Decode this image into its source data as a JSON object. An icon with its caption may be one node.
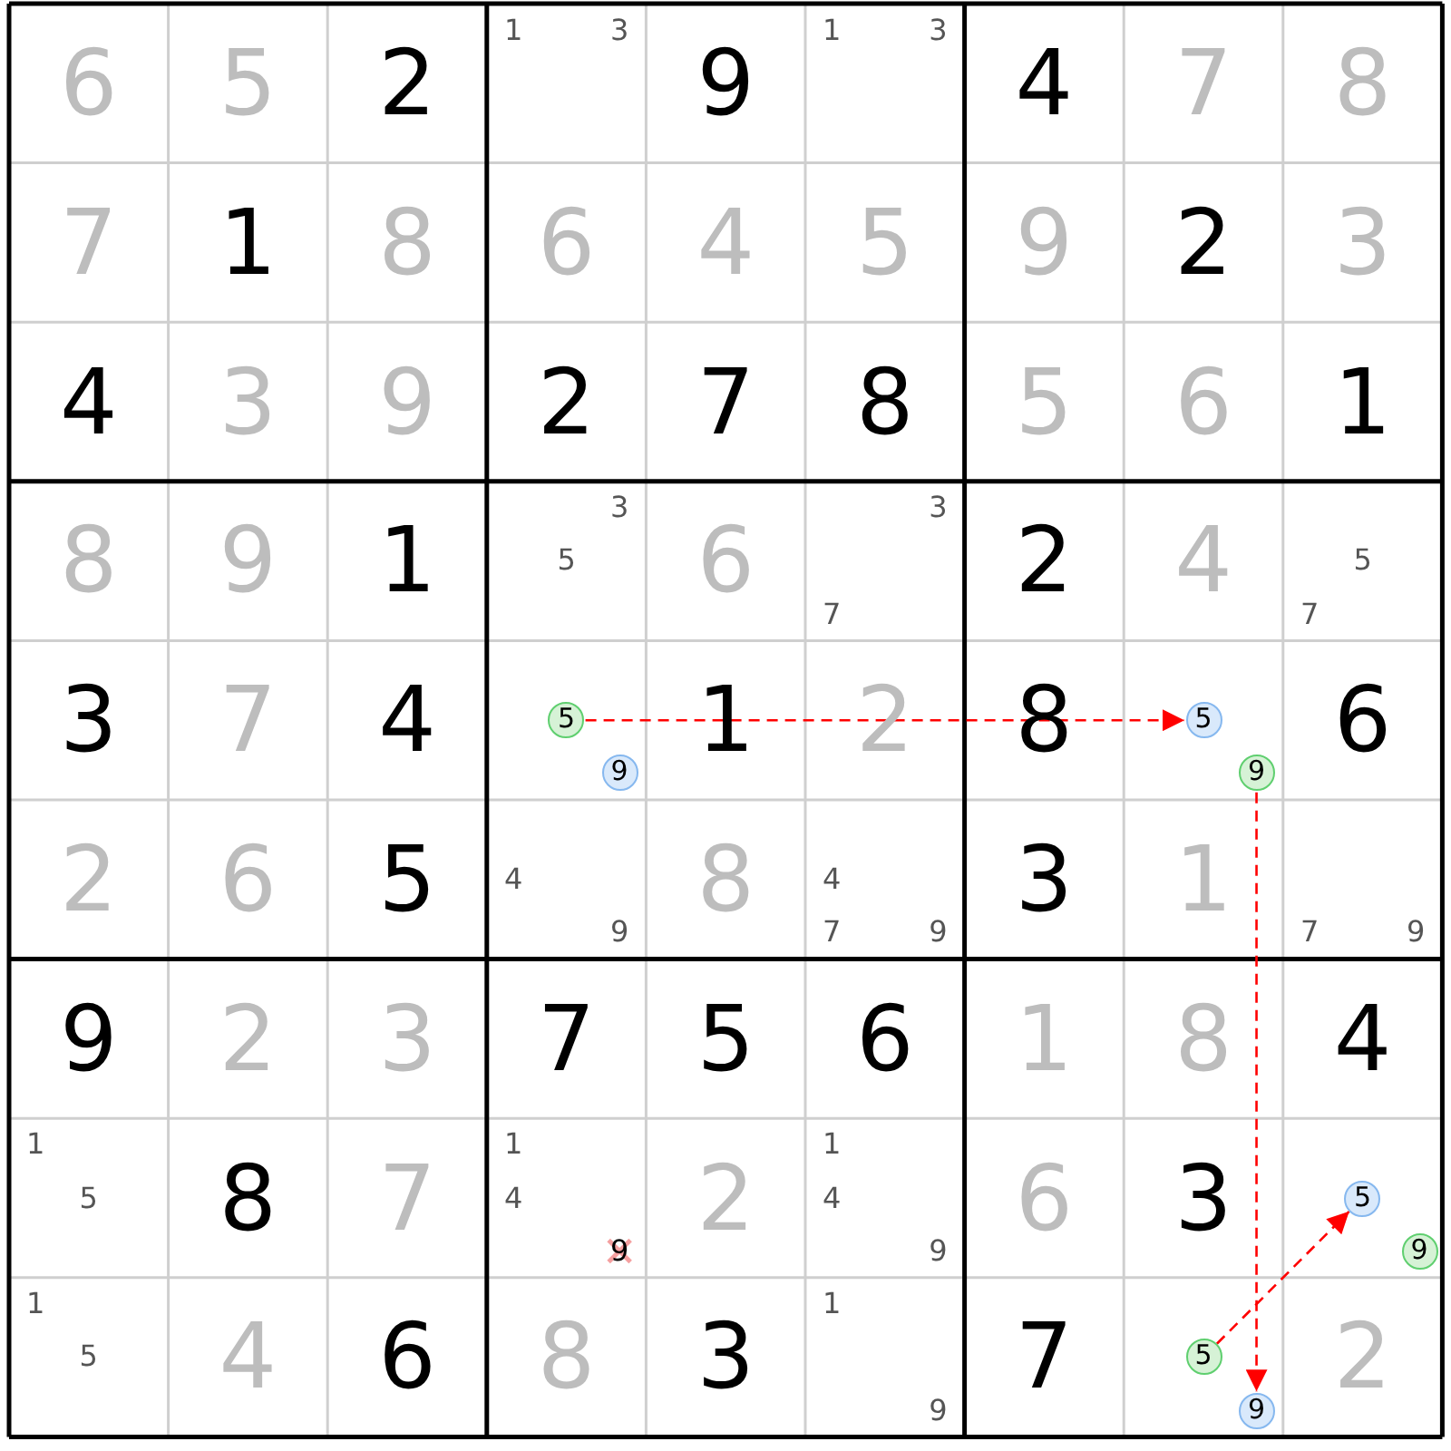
{
  "diagram": {
    "nodes": [
      {
        "text": [
          "5"
        ]
      },
      {
        "text": [
          "9"
        ]
      },
      {
        "text": [
          "5"
        ]
      },
      {
        "text": [
          "9"
        ]
      },
      {
        "text": [
          "5"
        ]
      },
      {
        "text": [
          "9"
        ]
      },
      {
        "text": [
          "5"
        ]
      },
      {
        "text": [
          "9"
        ]
      }
    ],
    "edges": [
      {
        "from": 0,
        "to": 2,
        "arrow": "to",
        "style": "dashed"
      },
      {
        "from": 3,
        "to": 7,
        "arrow": "to",
        "style": "dashed"
      },
      {
        "from": 6,
        "to": 4,
        "arrow": "to",
        "style": "dashed"
      }
    ],
    "labels": [
      "6",
      "5",
      "2",
      "1",
      "3",
      "9",
      "1",
      "3",
      "4",
      "7",
      "8",
      "7",
      "1",
      "8",
      "6",
      "4",
      "5",
      "9",
      "2",
      "3",
      "4",
      "3",
      "9",
      "2",
      "7",
      "8",
      "5",
      "6",
      "1",
      "8",
      "9",
      "1",
      "3",
      "5",
      "6",
      "3",
      "7",
      "2",
      "4",
      "5",
      "7",
      "3",
      "7",
      "4",
      "1",
      "2",
      "8",
      "6",
      "2",
      "6",
      "5",
      "4",
      "9",
      "8",
      "4",
      "7",
      "9",
      "3",
      "1",
      "7",
      "9",
      "9",
      "2",
      "3",
      "7",
      "5",
      "6",
      "1",
      "8",
      "4",
      "1",
      "5",
      "8",
      "7",
      "1",
      "4",
      "9",
      "2",
      "1",
      "4",
      "9",
      "6",
      "3",
      "1",
      "5",
      "4",
      "6",
      "8",
      "3",
      "1",
      "9",
      "7",
      "2"
    ]
  }
}
